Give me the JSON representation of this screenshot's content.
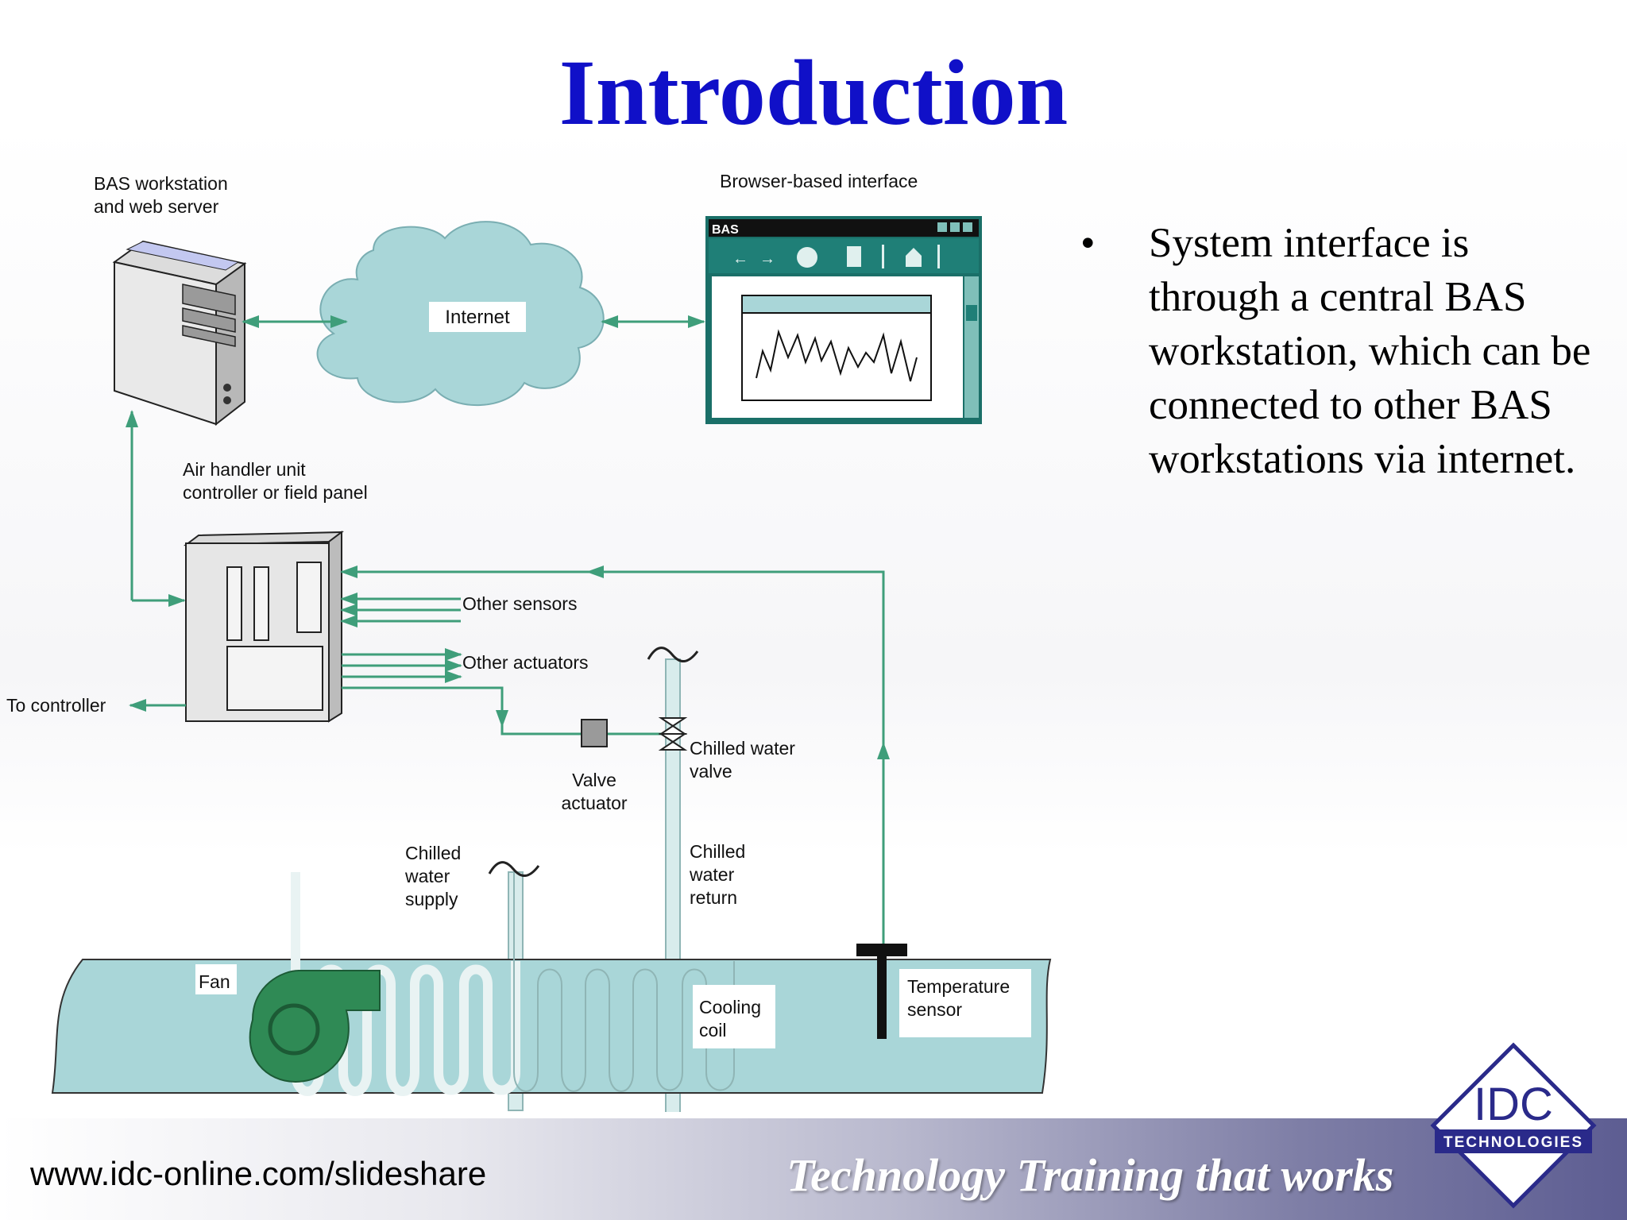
{
  "slide": {
    "title": "Introduction",
    "bullet_symbol": "•",
    "bullet_text": "System interface is through a central BAS workstation, which can be connected to other BAS workstations via internet."
  },
  "diagram": {
    "bas_workstation_line1": "BAS workstation",
    "bas_workstation_line2": "and web server",
    "browser_interface": "Browser-based interface",
    "browser_window_title": "BAS",
    "internet": "Internet",
    "air_handler_line1": "Air handler unit",
    "air_handler_line2": "controller or field panel",
    "other_sensors": "Other sensors",
    "other_actuators": "Other actuators",
    "to_controller": "To controller",
    "valve_actuator_line1": "Valve",
    "valve_actuator_line2": "actuator",
    "chilled_water_valve_line1": "Chilled water",
    "chilled_water_valve_line2": "valve",
    "chilled_water_supply_line1": "Chilled",
    "chilled_water_supply_line2": "water",
    "chilled_water_supply_line3": "supply",
    "chilled_water_return_line1": "Chilled",
    "chilled_water_return_line2": "water",
    "chilled_water_return_line3": "return",
    "fan": "Fan",
    "cooling_coil_line1": "Cooling",
    "cooling_coil_line2": "coil",
    "temperature_sensor_line1": "Temperature",
    "temperature_sensor_line2": "sensor"
  },
  "footer": {
    "url": "www.idc-online.com/slideshare",
    "tagline": "Technology Training that works",
    "logo_text": "IDC",
    "logo_subtext": "TECHNOLOGIES"
  },
  "colors": {
    "title": "#1010c8",
    "diagram_line": "#3f9e7a",
    "duct_fill": "#a9d6d8",
    "fan_fill": "#2f8a55"
  }
}
